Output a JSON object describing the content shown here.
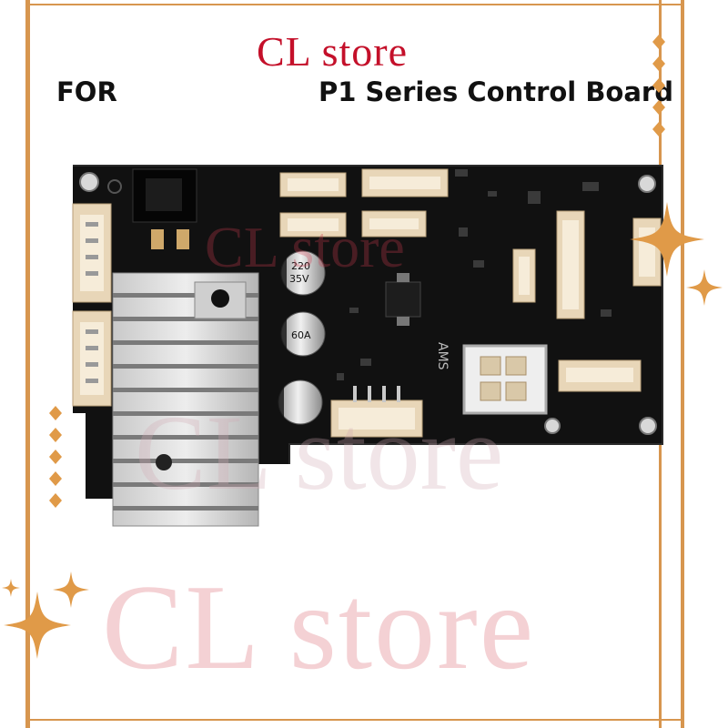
{
  "header": {
    "store_name": "CL store",
    "for_label": "FOR",
    "product_label": "P1 Series Control Board"
  },
  "watermarks": [
    "CL store",
    "CL store",
    "CL store"
  ],
  "board_markings": {
    "chip_label": "AMS",
    "cap_value": "220",
    "cap_voltage": "35V",
    "cap_code": "60A"
  },
  "colors": {
    "frame": "#d7964f",
    "store_red": "#c4102a",
    "pcb": "#111111",
    "connector": "#e8d6b8"
  }
}
